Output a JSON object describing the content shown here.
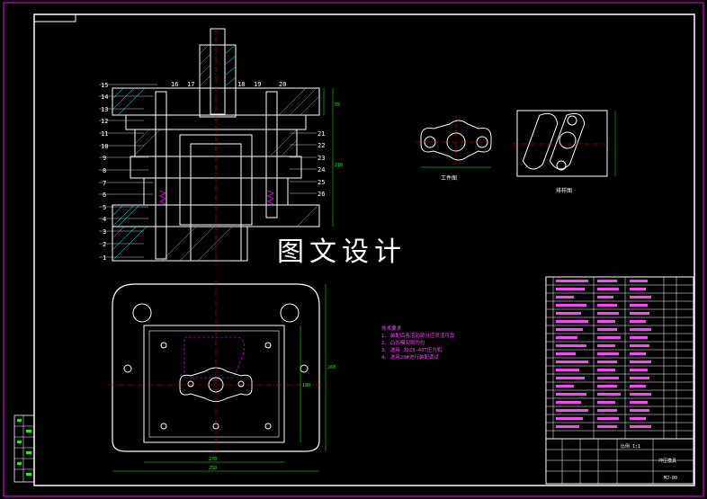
{
  "watermark": "图文设计",
  "captions": {
    "workpiece": "工件图",
    "layout": "排样图"
  },
  "notes": [
    "技术要求",
    "1. 装配后各活动部分应灵活可靠",
    "2. 凸凹模间隙均匀",
    "3. 选用 JD23-40T压力机",
    "4. 选用20#进行装配调试"
  ],
  "part_labels": [
    "1",
    "2",
    "3",
    "4",
    "5",
    "6",
    "7",
    "8",
    "9",
    "10",
    "11",
    "12",
    "13",
    "14",
    "15",
    "16",
    "17",
    "18",
    "19",
    "20",
    "21",
    "22",
    "23",
    "24",
    "25",
    "26"
  ],
  "dimensions": {
    "plate_width": "270",
    "plate_total": "250",
    "side_height": "210",
    "side_small": "55",
    "plan_height": "260",
    "plan_inner": "180"
  },
  "title_block": {
    "scale": "比例 1:1",
    "drawing_no": "MJ-00",
    "name": "冲压模具"
  },
  "colors": {
    "frame": "#ffffff",
    "border": "#ff00ff",
    "dims": "#00ff00",
    "hatch": "#00ffff",
    "center": "#ff0000"
  }
}
